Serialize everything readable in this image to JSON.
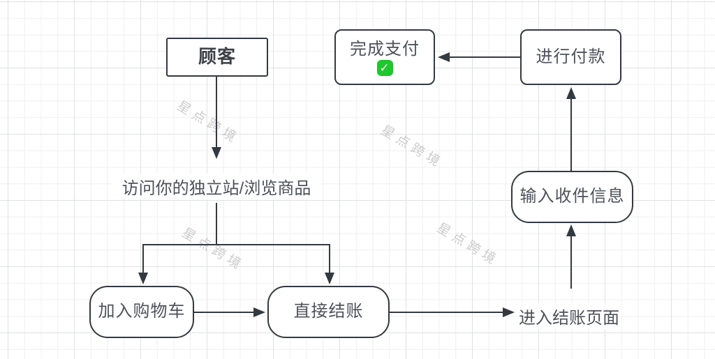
{
  "diagram": {
    "title_context": "customer checkout flow",
    "watermark": "星点跨境",
    "nodes": {
      "customer": "顾客",
      "visit": "访问你的独立站/浏览商品",
      "add_to_cart": "加入购物车",
      "direct_checkout": "直接结账",
      "enter_checkout": "进入结账页面",
      "shipping_info": "输入收件信息",
      "make_payment": "进行付款",
      "complete_payment": "完成支付",
      "complete_payment_check": "✓"
    },
    "edges": [
      {
        "from": "顾客",
        "to": "访问你的独立站/浏览商品"
      },
      {
        "from": "访问你的独立站/浏览商品",
        "to": "加入购物车"
      },
      {
        "from": "访问你的独立站/浏览商品",
        "to": "直接结账"
      },
      {
        "from": "加入购物车",
        "to": "直接结账"
      },
      {
        "from": "直接结账",
        "to": "进入结账页面"
      },
      {
        "from": "进入结账页面",
        "to": "输入收件信息"
      },
      {
        "from": "输入收件信息",
        "to": "进行付款"
      },
      {
        "from": "进行付款",
        "to": "完成支付"
      }
    ],
    "colors": {
      "stroke": "#333940",
      "node_text": "#4d525a",
      "node_fill": "#ffffff",
      "check_green": "#1ec72c",
      "watermark_gray": "#c7c7c7",
      "grid_minor": "#efeff0",
      "grid_major": "#dfe1e2"
    }
  }
}
